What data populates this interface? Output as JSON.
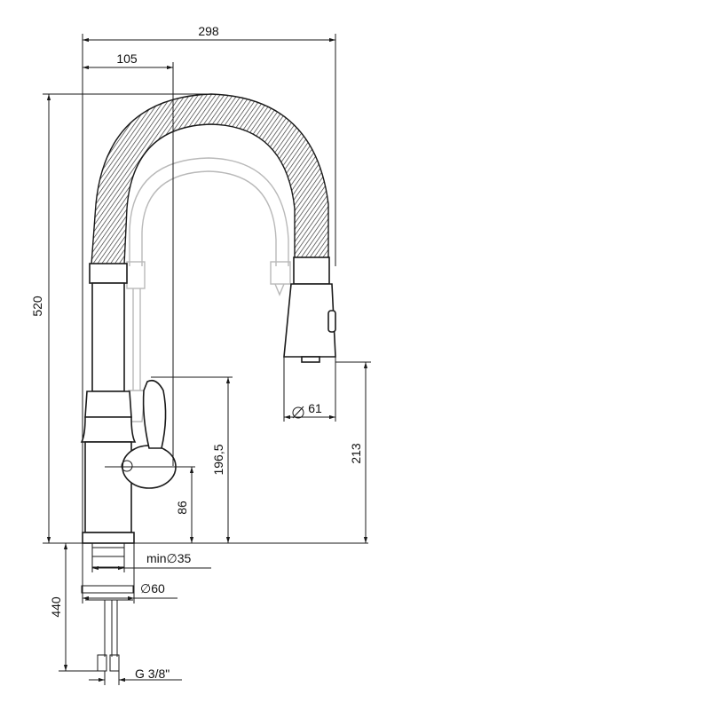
{
  "dimensions": {
    "overall_width": "298",
    "spout_reach": "105",
    "overall_height": "520",
    "spray_head_diameter": "61",
    "handle_height": "196,5",
    "outlet_height": "213",
    "handle_axis_height": "86",
    "hole_diameter": "min∅35",
    "base_diameter": "∅60",
    "under_counter_length": "440",
    "connection_thread": "G 3/8\""
  },
  "colors": {
    "line": "#1a1a1a",
    "ghost": "#b9b9b9",
    "background": "#ffffff"
  }
}
